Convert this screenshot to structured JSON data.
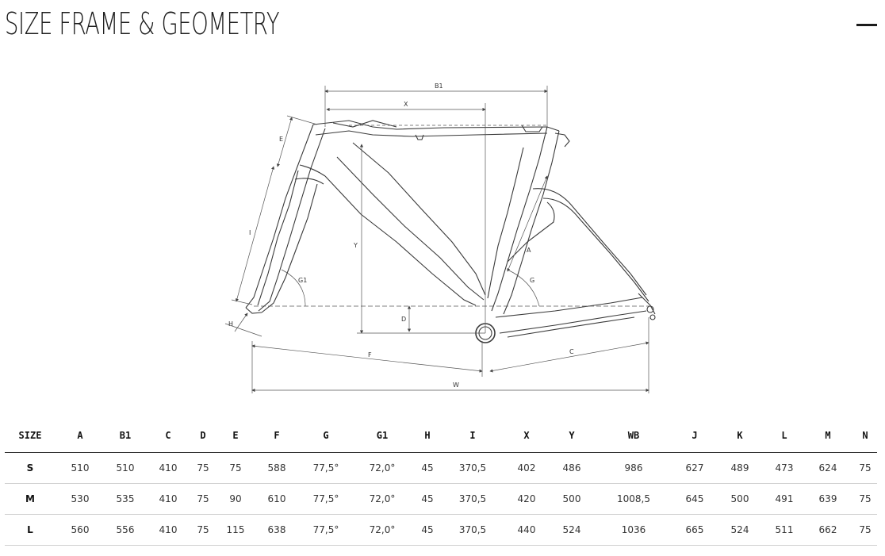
{
  "header": {
    "title": "SIZE FRAME & GEOMETRY",
    "collapse_icon": "minus-icon"
  },
  "diagram": {
    "labels": {
      "B1": "B1",
      "X": "X",
      "E": "E",
      "I": "I",
      "Y": "Y",
      "A": "A",
      "G1": "G1",
      "G": "G",
      "D": "D",
      "H": "H",
      "F": "F",
      "C": "C",
      "W": "W"
    }
  },
  "table": {
    "columns": [
      "SIZE",
      "A",
      "B1",
      "C",
      "D",
      "E",
      "F",
      "G",
      "G1",
      "H",
      "I",
      "X",
      "Y",
      "WB",
      "J",
      "K",
      "L",
      "M",
      "N"
    ],
    "rows": [
      [
        "S",
        "510",
        "510",
        "410",
        "75",
        "75",
        "588",
        "77,5°",
        "72,0°",
        "45",
        "370,5",
        "402",
        "486",
        "986",
        "627",
        "489",
        "473",
        "624",
        "75"
      ],
      [
        "M",
        "530",
        "535",
        "410",
        "75",
        "90",
        "610",
        "77,5°",
        "72,0°",
        "45",
        "370,5",
        "420",
        "500",
        "1008,5",
        "645",
        "500",
        "491",
        "639",
        "75"
      ],
      [
        "L",
        "560",
        "556",
        "410",
        "75",
        "115",
        "638",
        "77,5°",
        "72,0°",
        "45",
        "370,5",
        "440",
        "524",
        "1036",
        "665",
        "524",
        "511",
        "662",
        "75"
      ]
    ]
  }
}
